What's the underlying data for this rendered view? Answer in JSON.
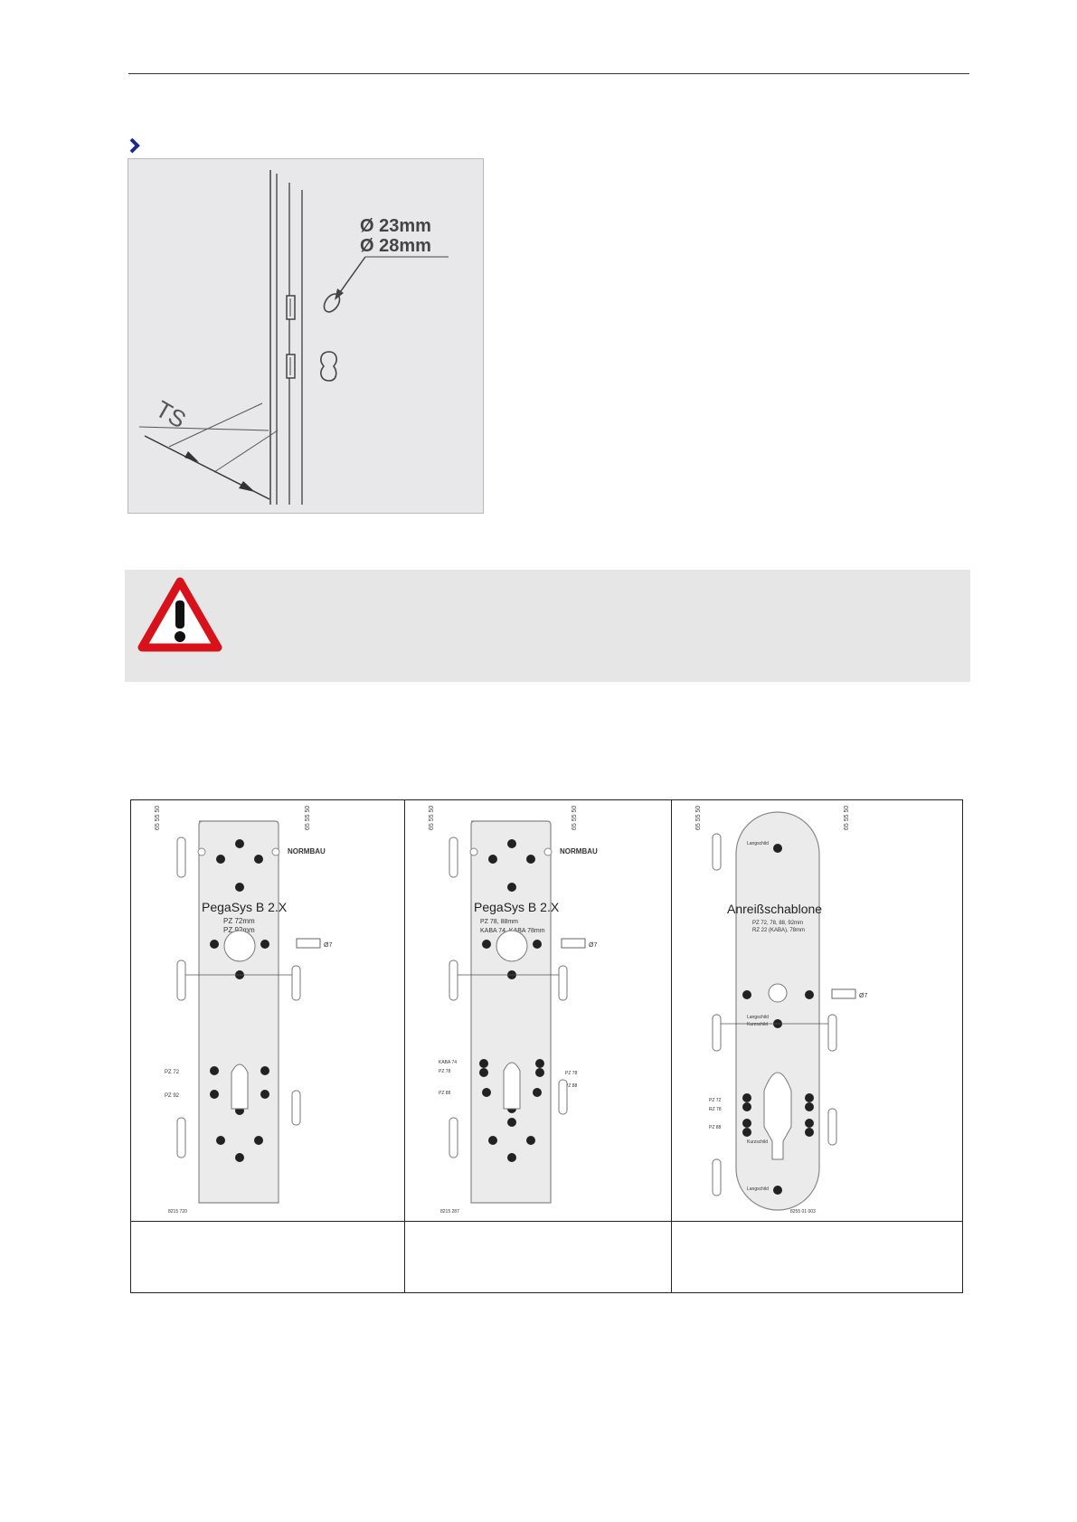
{
  "door_diagram": {
    "diameter_labels": [
      "Ø 23mm",
      "Ø 28mm"
    ],
    "ts_label": "TS"
  },
  "templates": [
    {
      "brand": "NORMBAU",
      "title": "PegaSys B 2.X",
      "lines": [
        "PZ 72mm",
        "PZ 92mm"
      ],
      "drill_label": "Ø7",
      "side_labels": [
        "PZ 72",
        "PZ 92"
      ],
      "top_scale": "65 55 50",
      "article_number": "8215 720"
    },
    {
      "brand": "NORMBAU",
      "title": "PegaSys B 2.X",
      "lines": [
        "PZ 78, 88mm",
        "KABA 74, KABA 78mm"
      ],
      "drill_label": "Ø7",
      "side_labels": [
        "KABA 74",
        "PZ 78",
        "PZ 88",
        "PZ 78",
        "PZ 88"
      ],
      "top_scale": "65 55 50",
      "article_number": "8215 287"
    },
    {
      "brand": "",
      "title": "Anreißschablone",
      "lines": [
        "PZ 72, 78, 88, 92mm",
        "RZ 22 (KABA), 78mm"
      ],
      "drill_label": "Ø7",
      "side_labels": [
        "Langschild",
        "Kurzschild",
        "Langschild",
        "Kurzschild",
        "Langschild",
        "PZ 72",
        "RZ 78",
        "PZ 88"
      ],
      "top_scale": "65 55 50",
      "article_number": "8255 01 003"
    }
  ],
  "captions": [
    "",
    "",
    ""
  ],
  "colors": {
    "warning_red": "#d8121a",
    "warning_bg": "#e6e6e6",
    "bullet_blue": "#1a2a8a"
  }
}
